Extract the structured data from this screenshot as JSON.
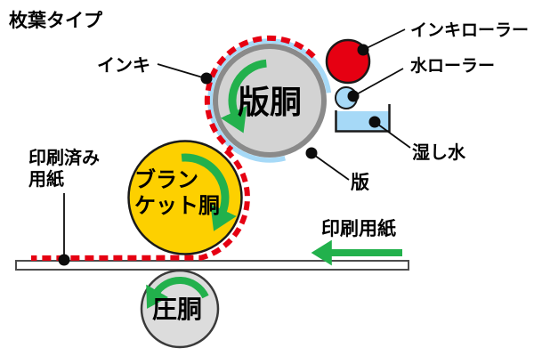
{
  "title": "枚葉タイプ",
  "labels": {
    "ink": "インキ",
    "ink_roller": "インキローラー",
    "water_roller": "水ローラー",
    "dampening_water": "湿し水",
    "plate": "版",
    "plate_cylinder": "版胴",
    "blanket_cylinder": "ブラン\nケット胴",
    "impression_cylinder": "圧胴",
    "printed_paper": "印刷済み\n用紙",
    "printing_paper": "印刷用紙"
  },
  "colors": {
    "ink_red": "#e60012",
    "blanket_yellow": "#fdd000",
    "water_blue": "#a6d9f7",
    "rotation_green": "#22b14c",
    "cylinder_gray": "#d3d3d3",
    "plate_ring_gray": "#8a8a8a",
    "impression_gray": "#dcdcdc",
    "paper_border": "#4d4d4d",
    "line_black": "#0d0d0d"
  }
}
